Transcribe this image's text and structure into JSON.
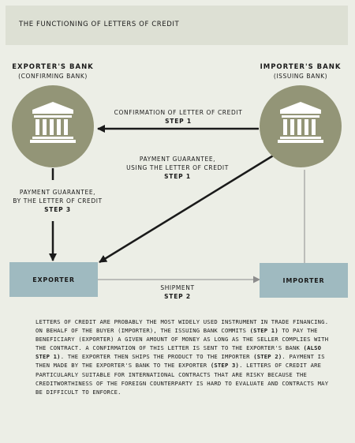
{
  "title": "The functioning of letters of credit",
  "exporters_bank": {
    "name": "Exporter's bank",
    "role": "(confirming bank)"
  },
  "importers_bank": {
    "name": "Importer's bank",
    "role": "(issuing bank)"
  },
  "exporter": {
    "label": "Exporter"
  },
  "importer": {
    "label": "Importer"
  },
  "confirmation": {
    "text": "Confirmation of letter of credit",
    "step": "Step 1"
  },
  "payment_guarantee_lc": {
    "line1": "Payment guarantee,",
    "line2": "using the letter of credit",
    "step": "Step 1"
  },
  "payment_guarantee_bank": {
    "line1": "Payment guarantee,",
    "line2": "by the letter of credit",
    "step": "Step 3"
  },
  "shipment": {
    "text": "Shipment",
    "step": "Step 2"
  },
  "description": {
    "p1": "Letters of credit are probably the most widely used instrument in trade financing. On behalf of the buyer (importer), the issuing bank commits ",
    "s1": "(step 1)",
    "p2": " to pay the beneficiary (exporter) a given amount of money as long as the seller complies with the contract.  A confirmation of this letter is sent to the exporter's bank ",
    "s2": "(also step 1)",
    "p3": ".  The exporter then ships the product to the importer ",
    "s3": "(step 2)",
    "p4": ". Payment is then made by the exporter's bank to the exporter ",
    "s4": "(step 3)",
    "p5": ". Letters of credit are particularly suitable for international contracts that are risky because the creditworthiness of the foreign counterparty is hard to evaluate and contracts may be difficult to enforce."
  },
  "colors": {
    "background": "#eceee6",
    "title_bar": "#dde0d4",
    "bank_circle": "#939577",
    "party_box": "#9fbac0",
    "arrow": "#1a1a1a",
    "shipment_arrow": "#8c8c8c"
  }
}
